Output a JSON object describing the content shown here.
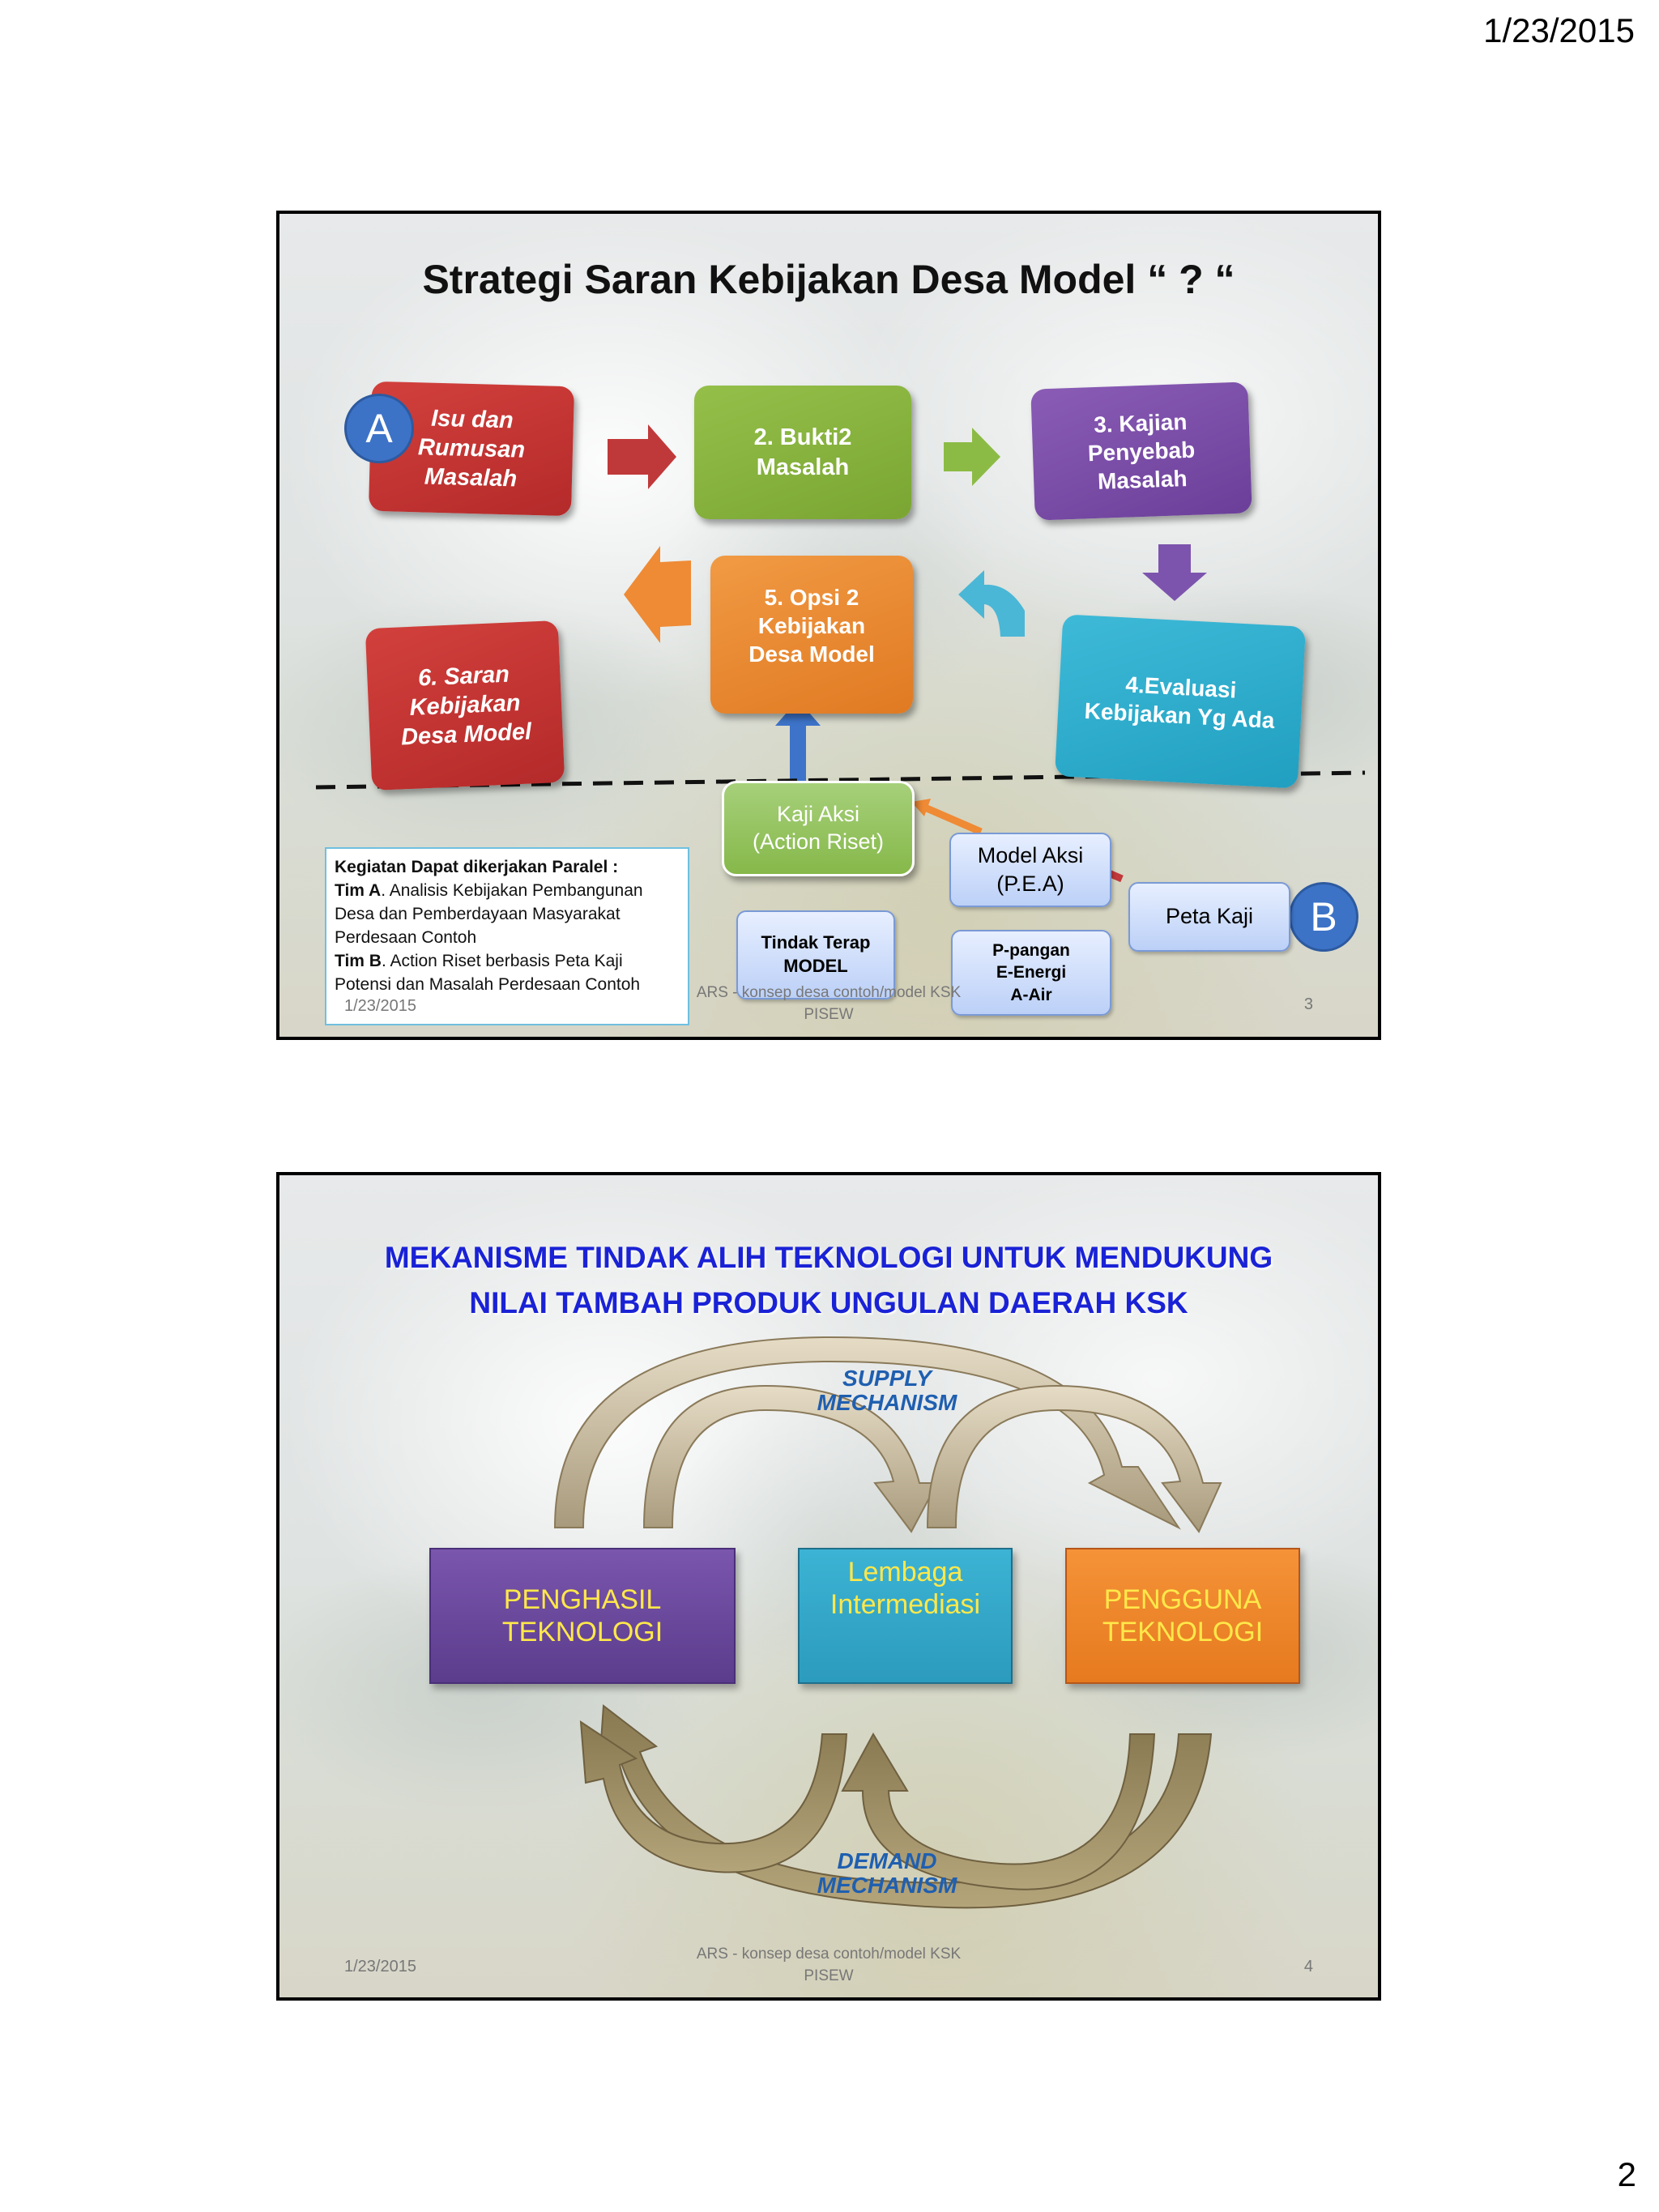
{
  "page": {
    "date": "1/23/2015",
    "number": "2"
  },
  "slide1": {
    "title": "Strategi Saran Kebijakan Desa Model “ ? “",
    "steps": [
      {
        "label": "Isu dan\nRumusan\nMasalah",
        "color": "#c8312f"
      },
      {
        "label": "2. Bukti2\nMasalah",
        "color": "#86b23c"
      },
      {
        "label": "3. Kajian\nPenyebab\nMasalah",
        "color": "#7a4ea3"
      },
      {
        "label": "4.Evaluasi\nKebijakan Yg Ada",
        "color": "#2fb1d2"
      },
      {
        "label": "5. Opsi 2\nKebijakan\nDesa Model",
        "color": "#ec8a33"
      },
      {
        "label": "6. Saran\nKebijakan\nDesa Model",
        "color": "#c8312f"
      }
    ],
    "marker_a": "A",
    "marker_b": "B",
    "kaji_aksi": "Kaji Aksi\n(Action Riset)",
    "model_aksi": "Model Aksi\n(P.E.A)",
    "peta_kaji": "Peta Kaji",
    "tindak_terap": "Tindak Terap\nMODEL",
    "pea": "P-pangan\nE-Energi\nA-Air",
    "note": {
      "heading": "Kegiatan Dapat dikerjakan Paralel :",
      "tim_a_label": "Tim A",
      "tim_a_text": ". Analisis Kebijakan Pembangunan Desa dan Pemberdayaan Masyarakat Perdesaan  Contoh",
      "tim_b_label": "Tim B",
      "tim_b_text": ". Action Riset berbasis Peta Kaji Potensi dan Masalah Perdesaan Contoh"
    },
    "footer": {
      "date": "1/23/2015",
      "center": "ARS - konsep desa contoh/model KSK\nPISEW",
      "num": "3"
    }
  },
  "slide2": {
    "title_line1": "MEKANISME TINDAK ALIH TEKNOLOGI UNTUK MENDUKUNG",
    "title_line2": "NILAI TAMBAH PRODUK UNGULAN DAERAH KSK",
    "supply": "SUPPLY\nMECHANISM",
    "demand": "DEMAND\nMECHANISM",
    "penghasil": "PENGHASIL\nTEKNOLOGI",
    "lembaga": "Lembaga\nIntermediasi",
    "pengguna": "PENGGUNA\nTEKNOLOGI",
    "colors": {
      "penghasil": "#6a4a9c",
      "lembaga": "#3aaed0",
      "pengguna": "#f08a2a",
      "title": "#1a22d6"
    },
    "footer": {
      "date": "1/23/2015",
      "center": "ARS - konsep desa contoh/model KSK\nPISEW",
      "num": "4"
    }
  }
}
